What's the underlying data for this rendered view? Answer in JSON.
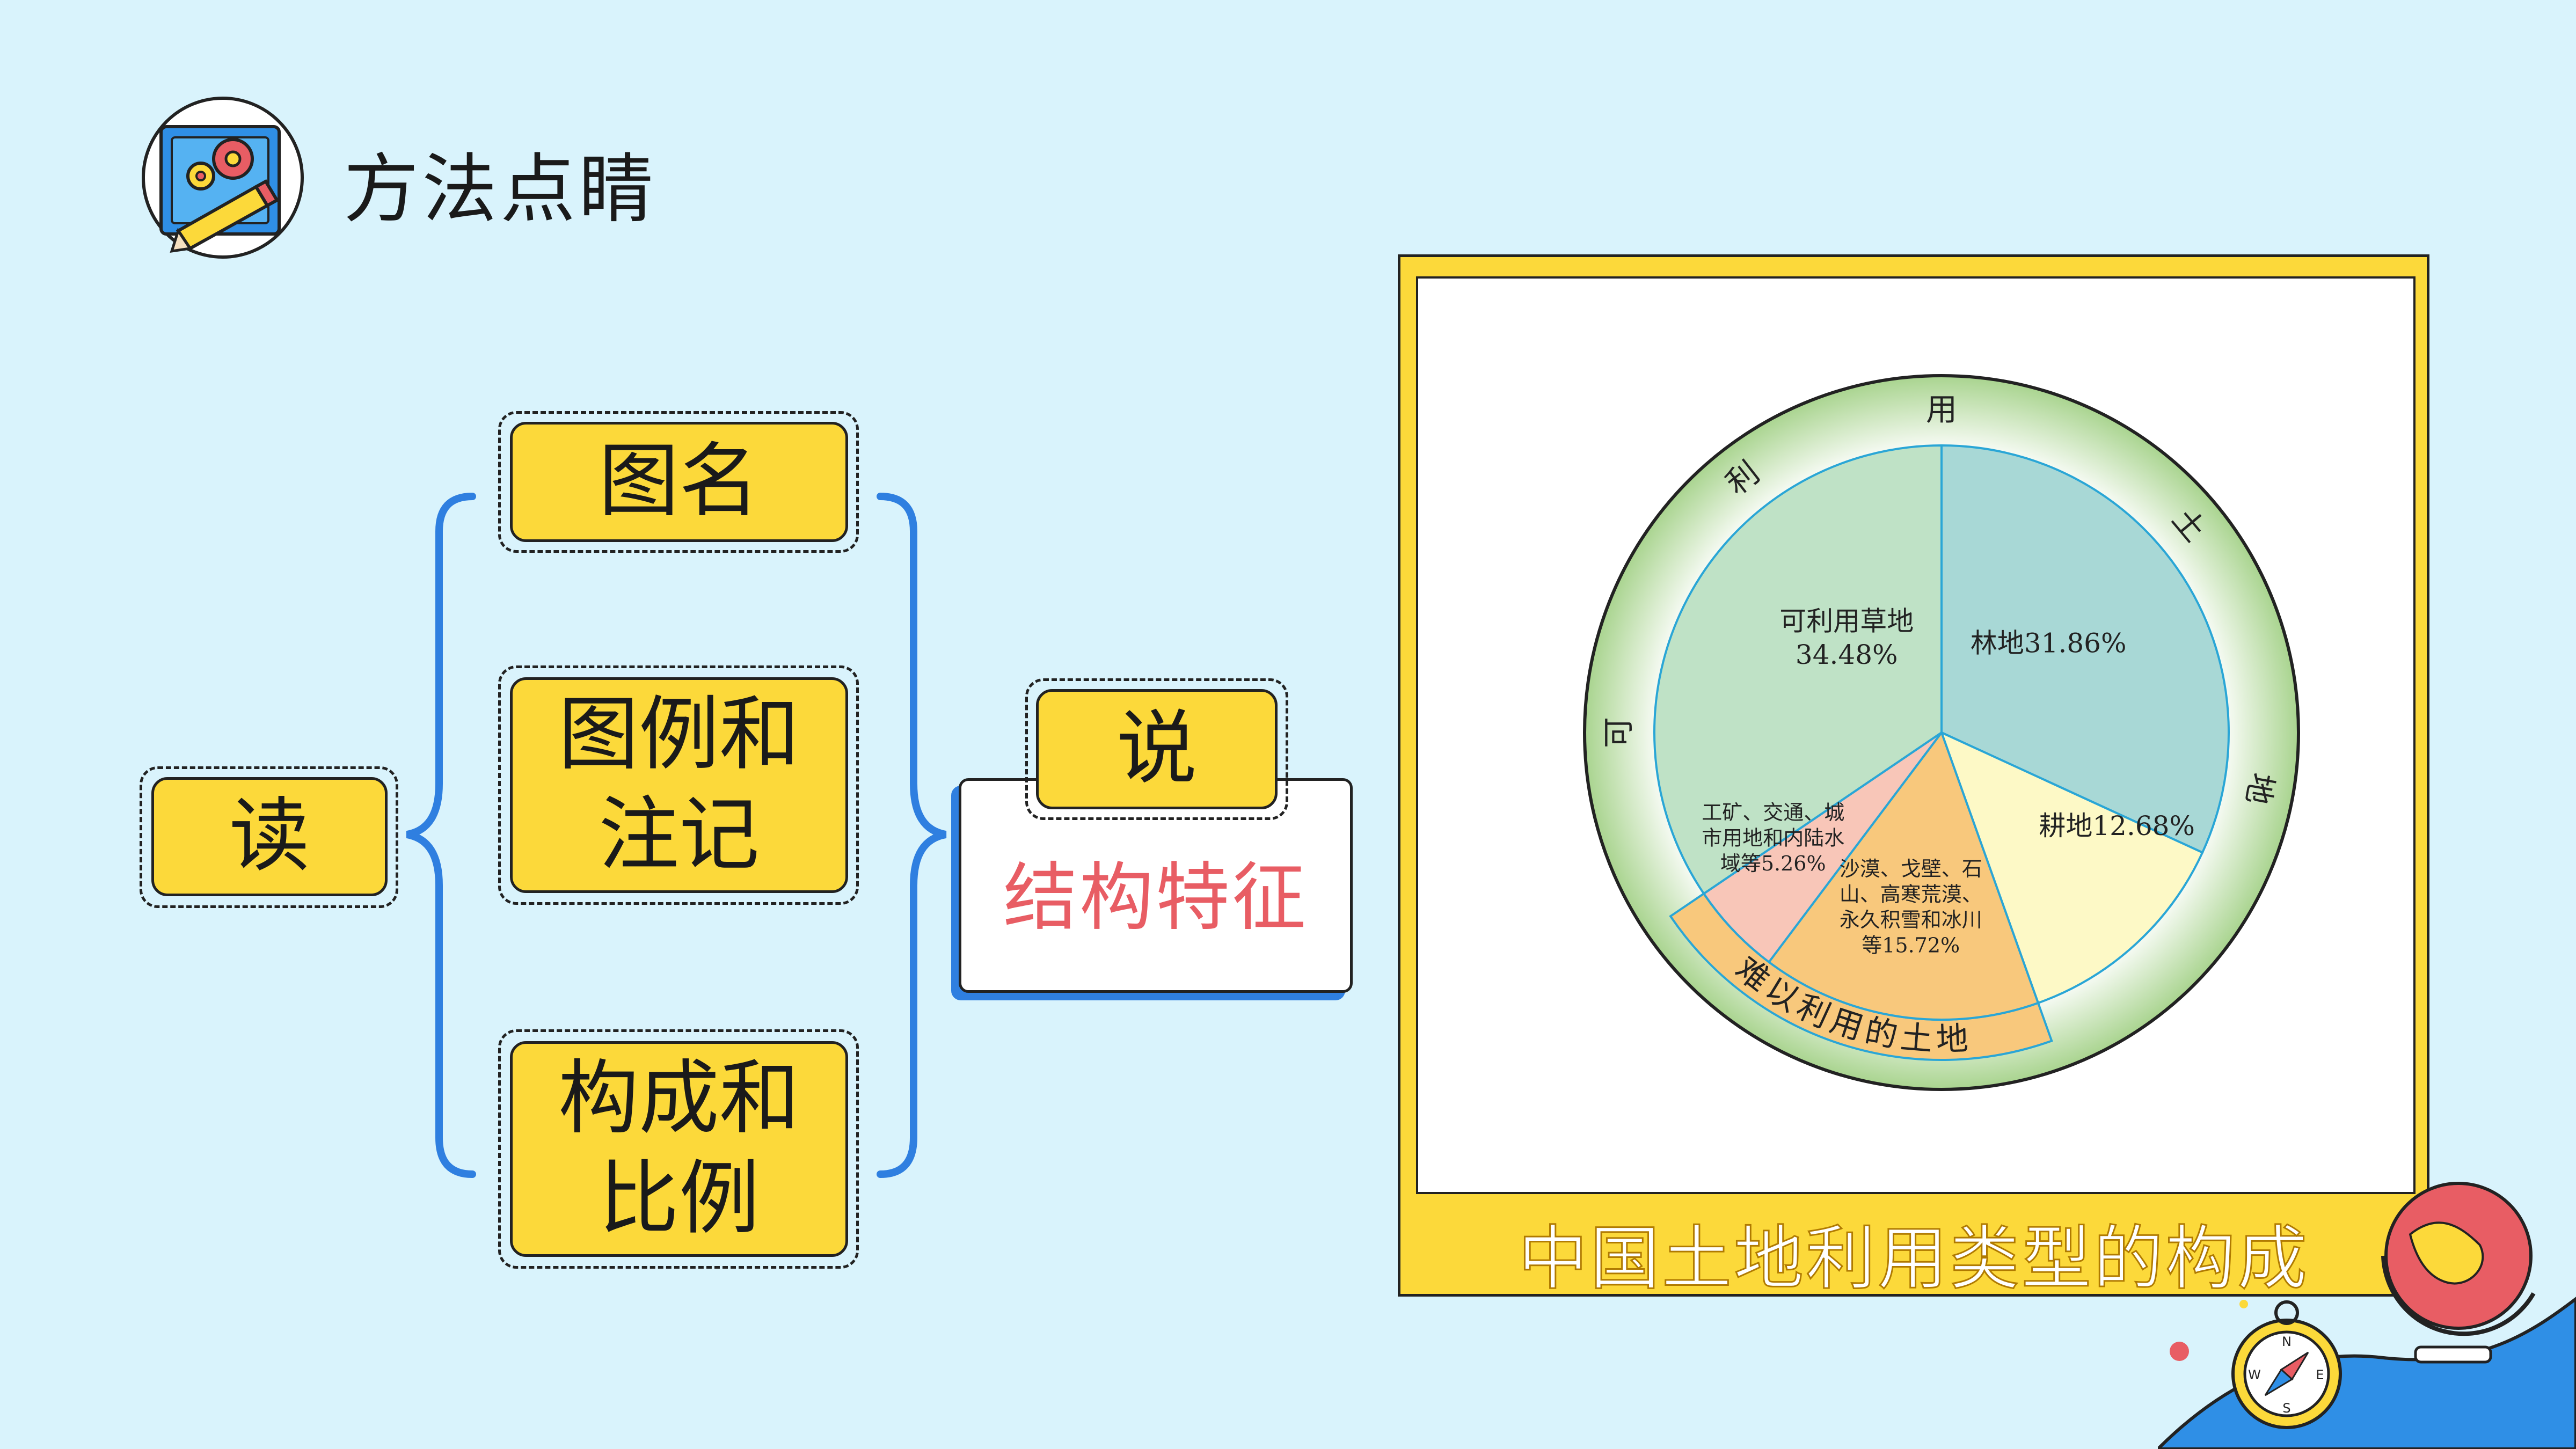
{
  "header": {
    "title": "方法点睛",
    "icon": "settings-pencil-icon"
  },
  "read": {
    "label": "读"
  },
  "read_items": [
    "图名",
    "图例和\n注记",
    "构成和\n比例"
  ],
  "say": {
    "label": "说",
    "content": "结构特征"
  },
  "figure": {
    "caption": "中国土地利用类型的构成",
    "chart_data": {
      "type": "pie",
      "slices": [
        {
          "label": "林地31.86%",
          "value": 31.86,
          "color": "#a8d8d6"
        },
        {
          "label": "耕地12.68%",
          "value": 12.68,
          "color": "#fdf9c6"
        },
        {
          "label_lines": [
            "沙漠、戈壁、石",
            "山、高寒荒漠、",
            "永久积雪和冰川",
            "等15.72%"
          ],
          "value": 15.72,
          "color": "#f8c87c"
        },
        {
          "label_lines": [
            "工矿、交通、城",
            "市用地和内陆水",
            "域等5.26%"
          ],
          "value": 5.26,
          "color": "#f8c6b8"
        },
        {
          "label_lines": [
            "可利用草地",
            "34.48%"
          ],
          "value": 34.48,
          "color": "#bfe2c6"
        }
      ],
      "outer_ring": {
        "usable_label": [
          "可",
          "利",
          "用",
          "土",
          "地"
        ],
        "unusable_label": "难以利用的土地"
      }
    }
  },
  "colors": {
    "background": "#d9f3fc",
    "yellow": "#fcd93a",
    "accent_blue": "#2f7fe0",
    "accent_red": "#e85d64"
  }
}
